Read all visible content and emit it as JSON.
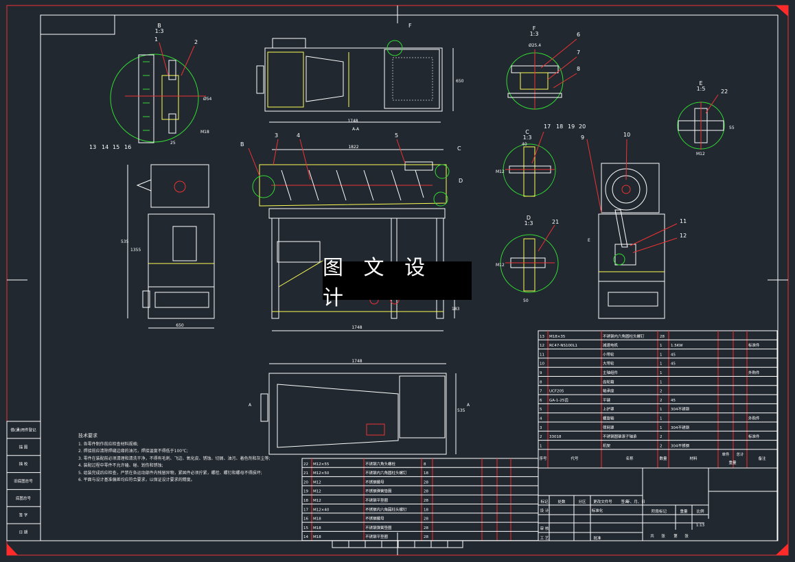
{
  "watermark": "图 文 设 计",
  "colors": {
    "background": "#212830",
    "frame": "#ffffff",
    "red": "#ff2a2a",
    "yellow": "#ffff66",
    "green": "#33dd33",
    "text": "#ffffff"
  },
  "notes": {
    "title": "技术要求",
    "items": [
      "1. 各零件制作前应检查材料规格;",
      "2. 焊接前应清除焊缝边缘的油污，焊接温度不得低于100℃;",
      "3. 零件在装配前必须清理和清洗干净，不得有毛刺、飞边、氧化皮、锈蚀、切屑、油污、着色剂和灰尘等;",
      "4. 装配过程中零件不允许磕、碰、划伤和锈蚀;",
      "5. 组装完成后应检查，严禁在各运动部件内残留异物，紧固件必须拧紧，螺栓、螺钉和螺母不得损坏;",
      "6. 平面与设计基准偏差均应符合要求，以保证设计要求的精度。"
    ]
  },
  "views": {
    "B": {
      "label": "B",
      "scale": "1:3",
      "items": [
        "1",
        "2",
        "13",
        "14",
        "15",
        "16"
      ],
      "dims": [
        "Ø54",
        "M18",
        "25"
      ]
    },
    "F": {
      "label": "F",
      "scale": "1:3",
      "items": [
        "6",
        "7",
        "8"
      ],
      "dims": [
        "Ø25.4"
      ]
    },
    "E": {
      "label": "E",
      "scale": "1:5",
      "items": [
        "22"
      ],
      "dims": [
        "55",
        "M12"
      ]
    },
    "C": {
      "label": "C",
      "scale": "1:3",
      "items": [
        "17",
        "18",
        "19",
        "20"
      ],
      "dims": [
        "40",
        "M12"
      ]
    },
    "D": {
      "label": "D",
      "scale": "1:3",
      "items": [
        "21"
      ],
      "dims": [
        "M12",
        "50"
      ]
    },
    "top": {
      "dims": [
        "1748",
        "650"
      ],
      "section": "A-A"
    },
    "front": {
      "dims": [
        "1822",
        "1748",
        "183"
      ],
      "items": [
        "3",
        "4",
        "5",
        "B",
        "C",
        "D"
      ]
    },
    "side": {
      "dims": [
        "535",
        "1355",
        "650"
      ]
    },
    "right": {
      "items": [
        "9",
        "10",
        "11",
        "12",
        "E"
      ]
    },
    "plan": {
      "dims": [
        "1748",
        "535"
      ],
      "section": "A"
    }
  },
  "bom_right": [
    {
      "no": "13",
      "code": "M18×35",
      "name": "不锈钢内六角圆柱头螺钉",
      "qty": "28",
      "mat": "",
      "note": ""
    },
    {
      "no": "12",
      "code": "RC47-NS100L1",
      "name": "减速电机",
      "qty": "1",
      "mat": "1.5KW",
      "note": "标准件"
    },
    {
      "no": "11",
      "code": "",
      "name": "小带轮",
      "qty": "1",
      "mat": "45",
      "note": ""
    },
    {
      "no": "10",
      "code": "",
      "name": "大带轮",
      "qty": "1",
      "mat": "45",
      "note": ""
    },
    {
      "no": "9",
      "code": "",
      "name": "主轴组件",
      "qty": "1",
      "mat": "",
      "note": "外购件"
    },
    {
      "no": "8",
      "code": "",
      "name": "齿轮箱",
      "qty": "1",
      "mat": "",
      "note": ""
    },
    {
      "no": "7",
      "code": "UCF205",
      "name": "轴承座",
      "qty": "2",
      "mat": "",
      "note": ""
    },
    {
      "no": "6",
      "code": "GA-1-25齿",
      "name": "平键",
      "qty": "2",
      "mat": "45",
      "note": ""
    },
    {
      "no": "5",
      "code": "",
      "name": "上护罩",
      "qty": "1",
      "mat": "304不锈钢",
      "note": ""
    },
    {
      "no": "4",
      "code": "",
      "name": "螺旋轴",
      "qty": "1",
      "mat": "",
      "note": "外购件"
    },
    {
      "no": "3",
      "code": "",
      "name": "筛网罩",
      "qty": "1",
      "mat": "304不锈钢",
      "note": ""
    },
    {
      "no": "2",
      "code": "33018",
      "name": "不锈钢圆锥滚子轴承",
      "qty": "2",
      "mat": "",
      "note": "标准件"
    },
    {
      "no": "1",
      "code": "",
      "name": "机架",
      "qty": "2",
      "mat": "304不锈钢",
      "note": ""
    }
  ],
  "bom_right_header": {
    "no": "序号",
    "code": "代号",
    "name": "名称",
    "qty": "数量",
    "mat": "材料",
    "w1": "单件",
    "w2": "总计",
    "weight": "重量",
    "note": "备注"
  },
  "bom_left": [
    {
      "no": "22",
      "code": "M12×55",
      "name": "不锈钢六角头螺栓",
      "qty": "8"
    },
    {
      "no": "21",
      "code": "M12×50",
      "name": "不锈钢内六角圆柱头螺钉",
      "qty": "18"
    },
    {
      "no": "20",
      "code": "M12",
      "name": "不锈钢螺母",
      "qty": "28"
    },
    {
      "no": "19",
      "code": "M12",
      "name": "不锈钢弹簧垫圈",
      "qty": "28"
    },
    {
      "no": "18",
      "code": "M12",
      "name": "不锈钢平垫圈",
      "qty": "28"
    },
    {
      "no": "17",
      "code": "M12×40",
      "name": "不锈钢内六角圆柱头螺钉",
      "qty": "18"
    },
    {
      "no": "16",
      "code": "M18",
      "name": "不锈钢螺母",
      "qty": "28"
    },
    {
      "no": "15",
      "code": "M18",
      "name": "不锈钢弹簧垫圈",
      "qty": "28"
    },
    {
      "no": "14",
      "code": "M18",
      "name": "不锈钢平垫圈",
      "qty": "28"
    }
  ],
  "title_block": {
    "r1": [
      "标记",
      "处数",
      "分区",
      "更改文件号",
      "签名",
      "年、月、日"
    ],
    "r2": [
      "设 计",
      "",
      "标准化"
    ],
    "r3": [
      "审 核"
    ],
    "r4": [
      "工 艺",
      "",
      "批准"
    ],
    "stage": "阶段标记",
    "weight": "重量",
    "scale": "比例",
    "scale_value": "1:13",
    "sheets": [
      "共",
      "张",
      "第",
      "张"
    ]
  },
  "sidebar": [
    "借(通)用件登记",
    "描 图",
    "描 校",
    "旧底图总号",
    "底图总号",
    "签 字",
    "日 期"
  ]
}
